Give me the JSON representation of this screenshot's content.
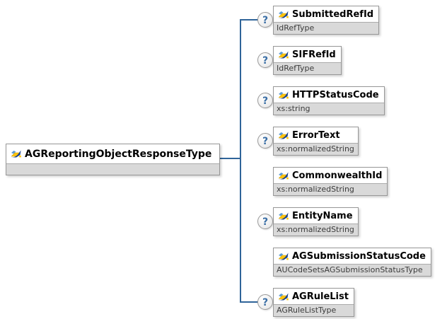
{
  "diagram": {
    "root": {
      "name": "AGReportingObjectResponseType",
      "type": ""
    },
    "children": [
      {
        "name": "SubmittedRefId",
        "type": "IdRefType",
        "optional": true
      },
      {
        "name": "SIFRefId",
        "type": "IdRefType",
        "optional": true
      },
      {
        "name": "HTTPStatusCode",
        "type": "xs:string",
        "optional": true
      },
      {
        "name": "ErrorText",
        "type": "xs:normalizedString",
        "optional": true
      },
      {
        "name": "CommonwealthId",
        "type": "xs:normalizedString",
        "optional": false
      },
      {
        "name": "EntityName",
        "type": "xs:normalizedString",
        "optional": true
      },
      {
        "name": "AGSubmissionStatusCode",
        "type": "AUCodeSetsAGSubmissionStatusType",
        "optional": false
      },
      {
        "name": "AGRuleList",
        "type": "AGRuleListType",
        "optional": true
      }
    ],
    "optional_marker": "?",
    "colors": {
      "connector": "#2f6499",
      "box_border": "#979797",
      "type_bg": "#d9d9d9",
      "optional_fill": "#ececec",
      "optional_text": "#3a6ea5",
      "icon_navy": "#17418f",
      "icon_blue": "#5b9bd5",
      "icon_yellow": "#fdc40b"
    }
  }
}
